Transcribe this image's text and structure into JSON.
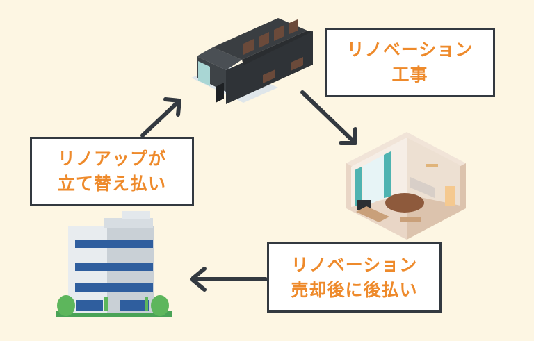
{
  "boxes": {
    "renovation_work": {
      "line1": "リノベーション",
      "line2": "工事"
    },
    "rinoap_advance": {
      "line1": "リノアップが",
      "line2": "立て替え払い"
    },
    "renovation_sale": {
      "line1": "リノベーション",
      "line2": "売却後に後払い"
    }
  },
  "colors": {
    "background": "#fdf6e3",
    "label_text": "#ee8a2b",
    "border": "#333940",
    "arrow": "#333940"
  },
  "icons": [
    "old-house-icon",
    "renovated-room-icon",
    "office-building-icon"
  ]
}
